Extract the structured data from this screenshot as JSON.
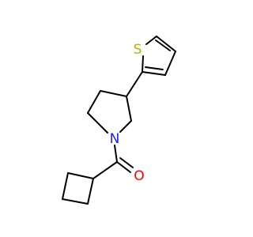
{
  "molecule": {
    "atoms": {
      "sulfur": {
        "symbol": "S",
        "color": "#B8B000"
      },
      "nitrogen": {
        "symbol": "N",
        "color": "#2020FF"
      },
      "oxygen": {
        "symbol": "O",
        "color": "#FF0000"
      }
    },
    "bond_color": "#000000",
    "background": "#ffffff"
  }
}
